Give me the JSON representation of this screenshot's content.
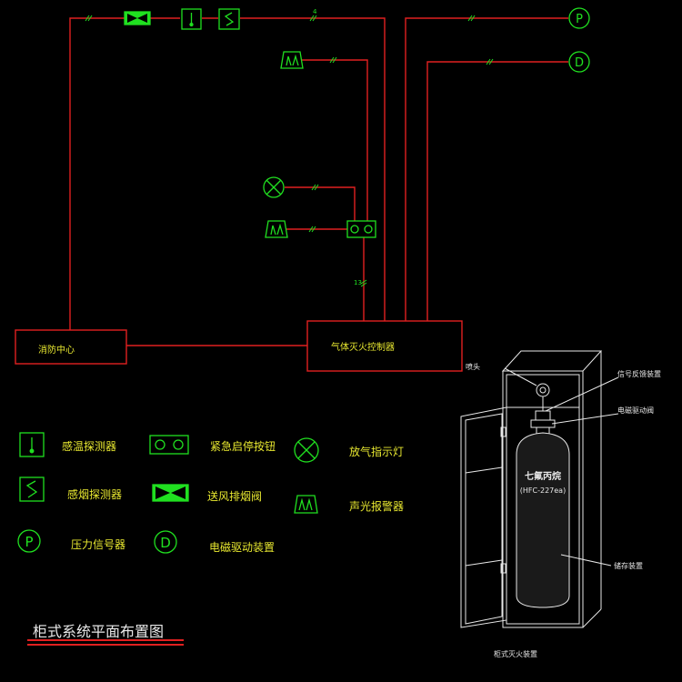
{
  "diagram": {
    "title": "柜式系统平面布置图",
    "boxes": {
      "fire_center": "消防中心",
      "controller": "气体灭火控制器"
    },
    "wire_counts": {
      "top_run": "4",
      "controller_feed": "13"
    },
    "terminal_letters": {
      "pressure": "P",
      "solenoid": "D"
    },
    "legend": [
      {
        "icon": "heat-detector-icon",
        "label": "感温探测器"
      },
      {
        "icon": "smoke-detector-icon",
        "label": "感烟探测器"
      },
      {
        "icon": "pressure-switch-icon",
        "label": "压力信号器",
        "letter": "P"
      },
      {
        "icon": "emergency-button-icon",
        "label": "紧急启停按钮"
      },
      {
        "icon": "exhaust-valve-icon",
        "label": "送风排烟阀"
      },
      {
        "icon": "solenoid-driver-icon",
        "label": "电磁驱动装置",
        "letter": "D"
      },
      {
        "icon": "release-lamp-icon",
        "label": "放气指示灯"
      },
      {
        "icon": "sound-light-alarm-icon",
        "label": "声光报警器"
      }
    ],
    "cabinet": {
      "nozzle_label": "喷头",
      "feedback_label": "信号反馈装置",
      "solenoid_label": "电磁驱动阀",
      "storage_label": "储存装置",
      "tank_line1": "七氟丙烷",
      "tank_line2": "(HFC-227ea)",
      "caption": "柜式灭火装置"
    },
    "colors": {
      "wire": "#e02020",
      "symbol": "#20e020",
      "text": "#e8e830",
      "outline": "#e8e8e8"
    }
  }
}
